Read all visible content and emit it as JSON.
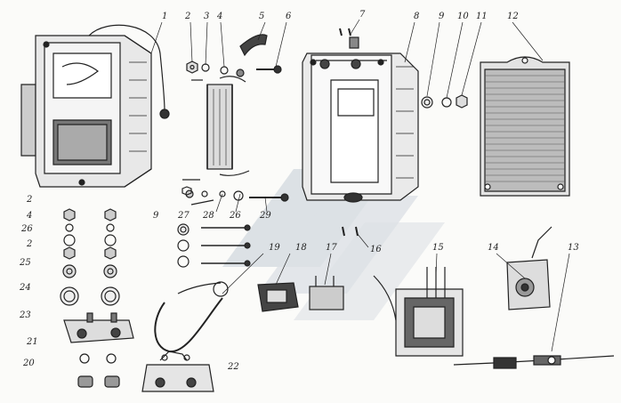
{
  "callouts": {
    "n1": "1",
    "n2": "2",
    "n3": "3",
    "n4": "4",
    "n5": "5",
    "n6": "6",
    "n7": "7",
    "n8": "8",
    "n9": "9",
    "n10": "10",
    "n11": "11",
    "n12": "12",
    "n13": "13",
    "n14": "14",
    "n15": "15",
    "n16": "16",
    "n17": "17",
    "n18": "18",
    "n19": "19",
    "n20": "20",
    "n21": "21",
    "n22": "22",
    "n23": "23",
    "n24": "24",
    "n25": "25",
    "n26": "26",
    "n27": "27",
    "n28": "28",
    "n29": "29",
    "left_2a": "2",
    "left_4": "4",
    "left_26": "26",
    "left_2b": "2",
    "left_9": "9"
  },
  "colors": {
    "ink": "#222222",
    "paper": "#fbfbf9",
    "watermark": "#c8d0d8"
  },
  "watermark": "stylized-logo"
}
